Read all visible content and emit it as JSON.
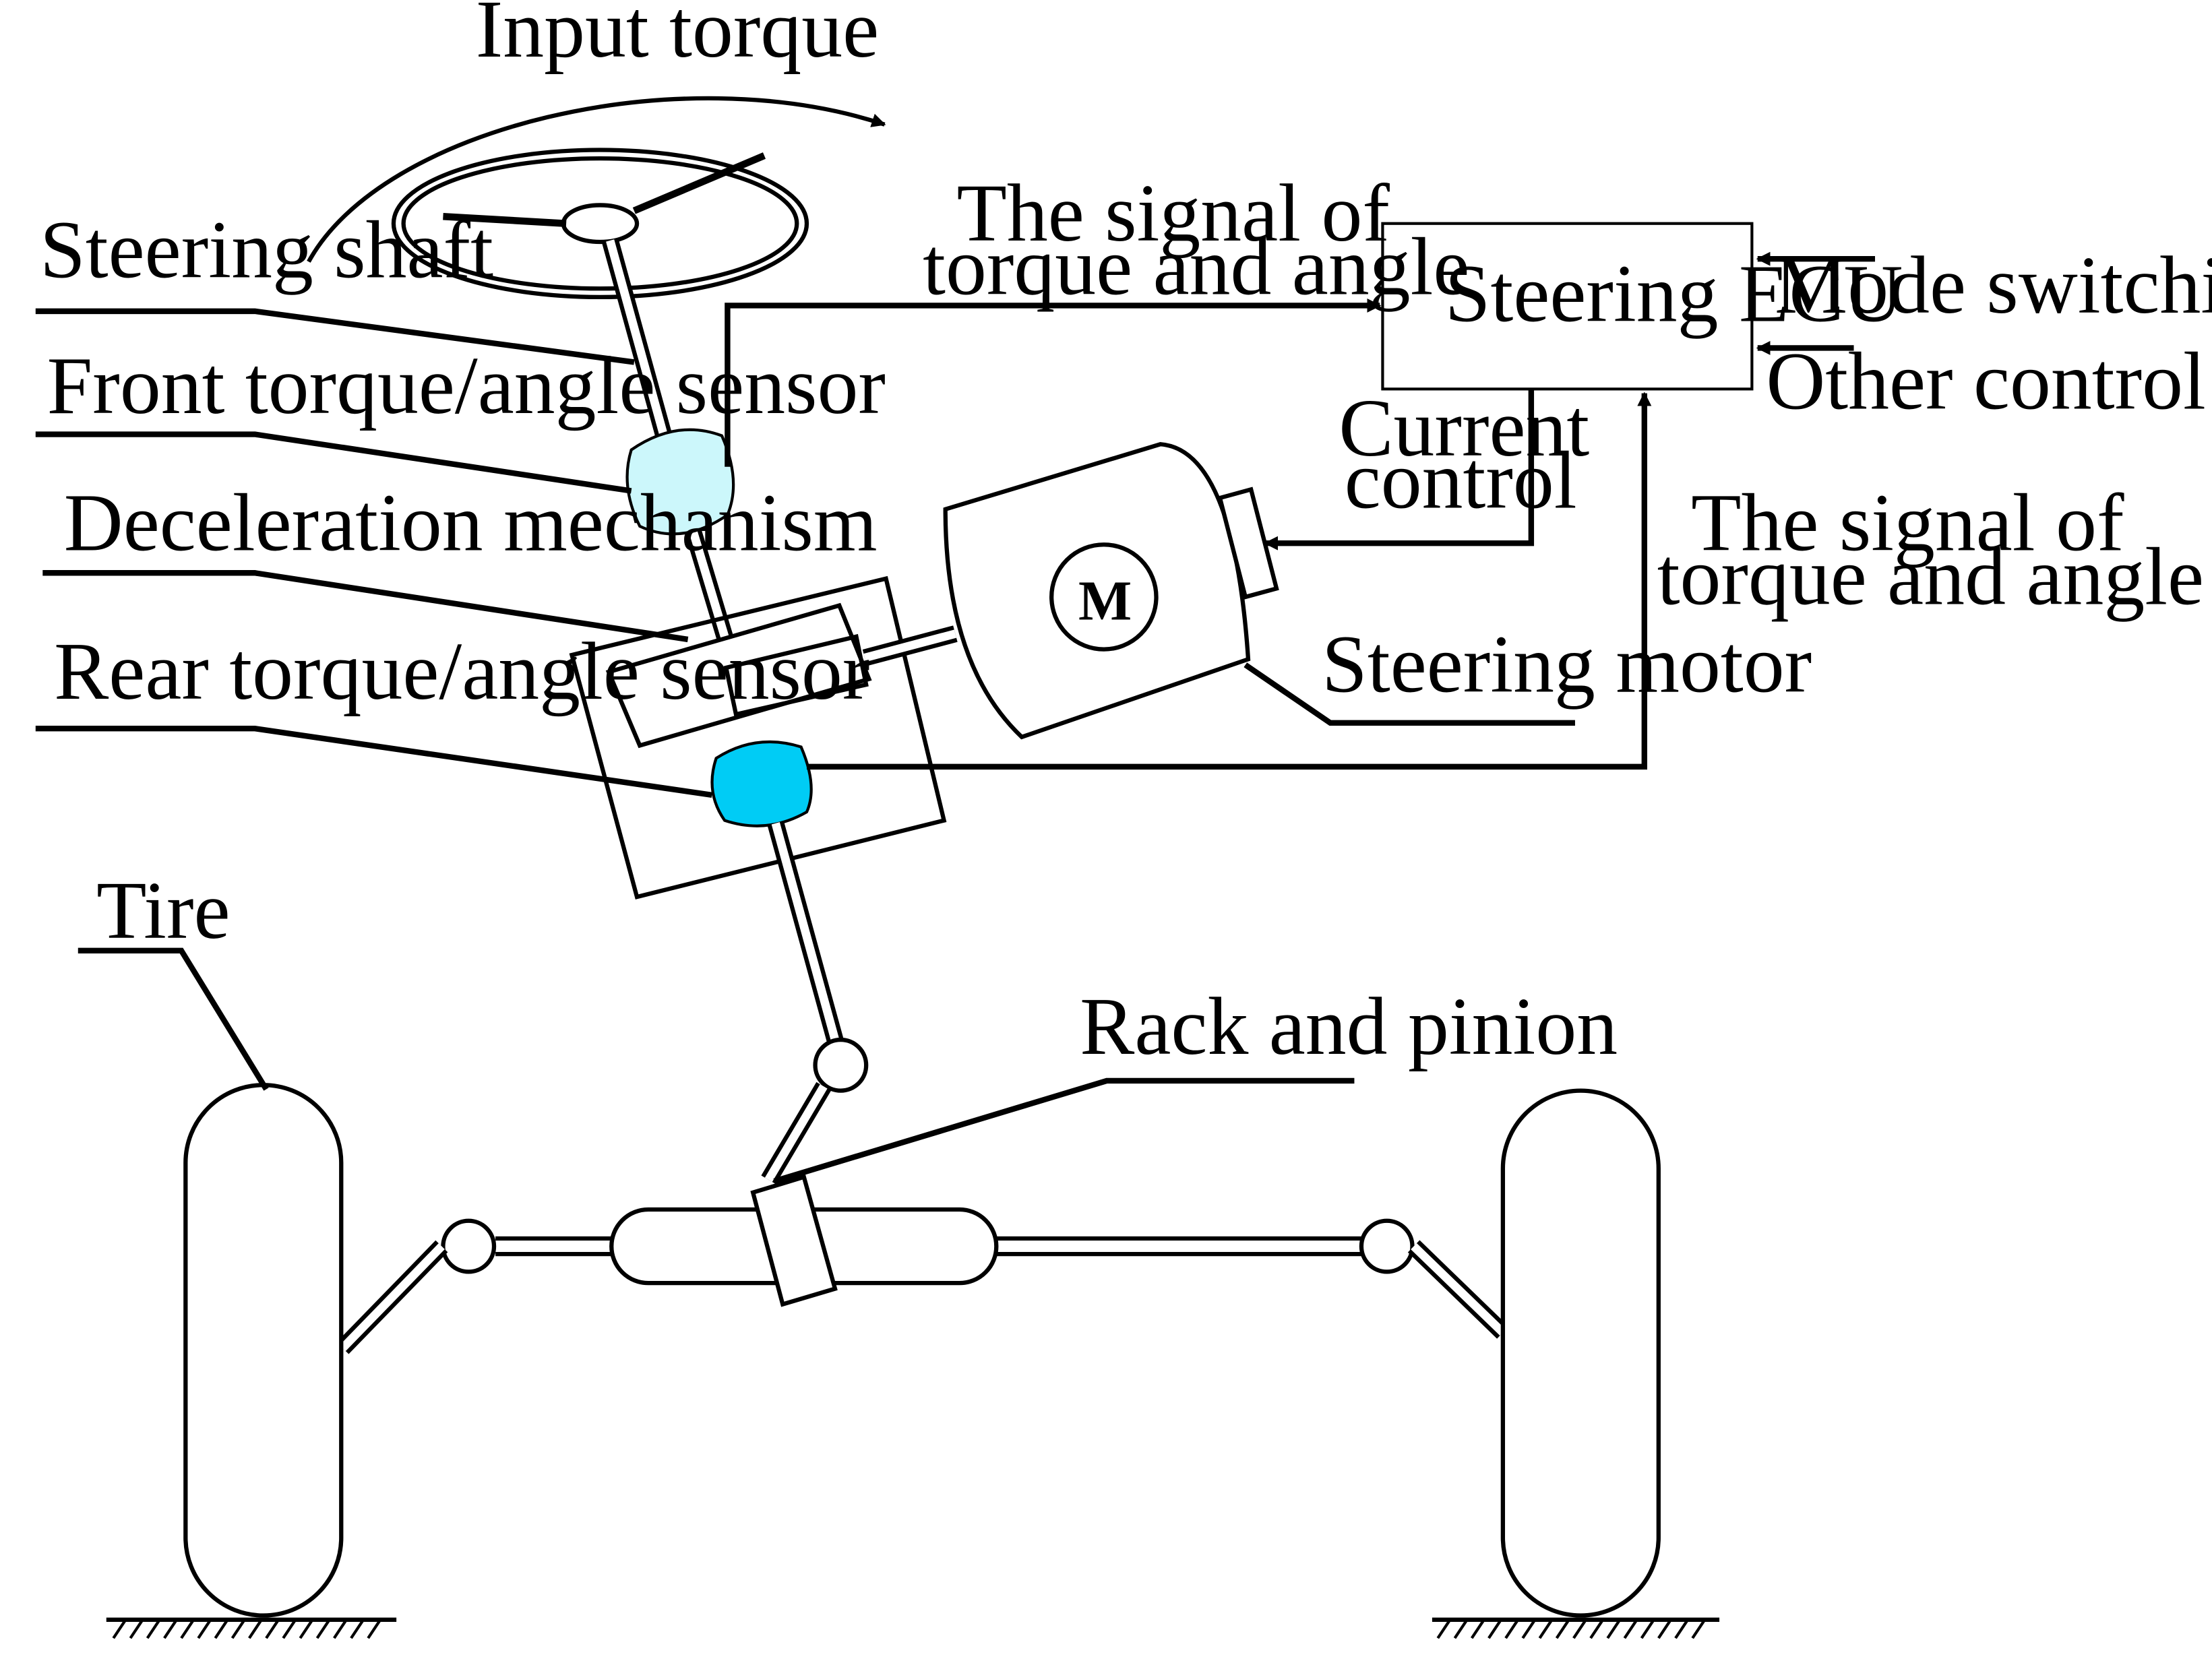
{
  "labels": {
    "input_torque": "Input torque",
    "steering_shaft": "Steering shaft",
    "front_sensor": "Front torque/angle sensor",
    "deceleration": "Deceleration mechanism",
    "rear_sensor": "Rear torque/angle sensor",
    "tire": "Tire",
    "rack_pinion": "Rack and pinion",
    "steering_motor": "Steering motor",
    "motor_symbol": "M",
    "ecu": "Steering ECU",
    "mode_signal": "Mode switching signal",
    "other_signals": "Other control signals",
    "signal_top_1": "The signal of",
    "signal_top_2": "torque and angle",
    "current_1": "Current",
    "current_2": "control",
    "signal_right_1": "The signal of",
    "signal_right_2": "torque and angle"
  },
  "colors": {
    "front_sensor_fill": "#ccf7fb",
    "rear_sensor_fill": "#00ccf5",
    "line": "#000000"
  }
}
